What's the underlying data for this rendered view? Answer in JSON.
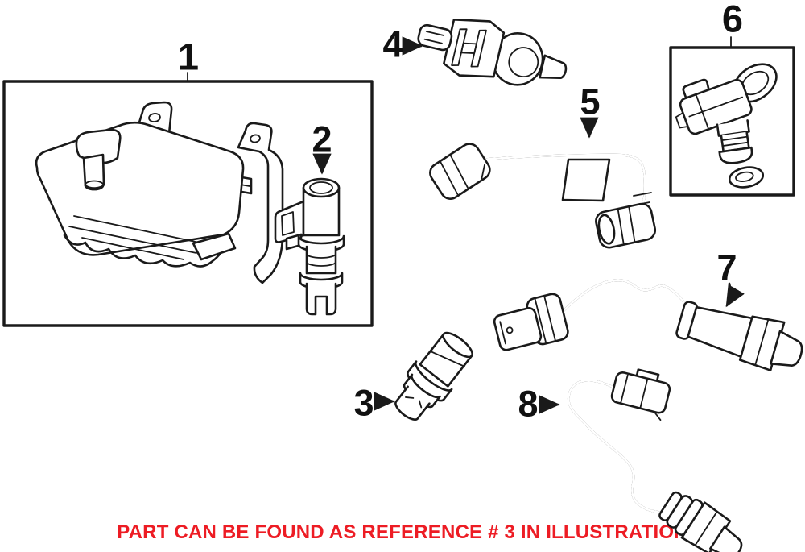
{
  "illustration": {
    "callouts": [
      {
        "ref": "1"
      },
      {
        "ref": "2"
      },
      {
        "ref": "3"
      },
      {
        "ref": "4"
      },
      {
        "ref": "5"
      },
      {
        "ref": "6"
      },
      {
        "ref": "7"
      },
      {
        "ref": "8"
      }
    ],
    "caption": "PART CAN BE FOUND AS REFERENCE # 3 IN ILLUSTRATION",
    "colors": {
      "line": "#1a1a1a",
      "caption_red": "#ed1c24",
      "background": "#ffffff"
    }
  }
}
